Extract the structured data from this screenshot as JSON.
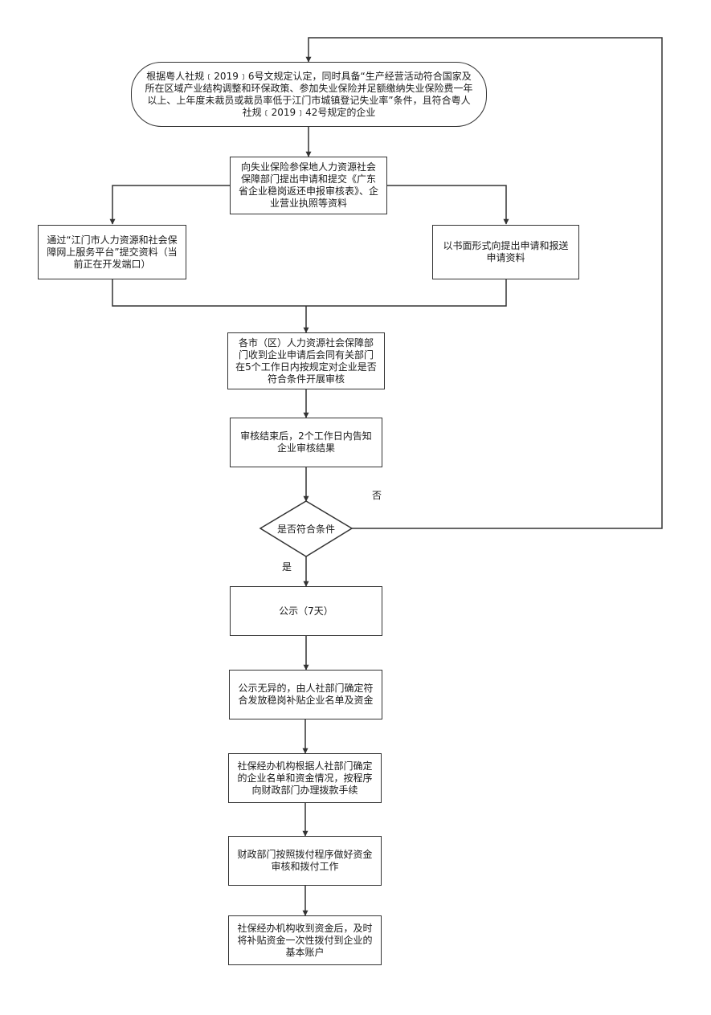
{
  "nodes": {
    "start": "根据粤人社规﹝2019﹞6号文规定认定，同时具备“生产经营活动符合国家及所在区域产业结构调整和环保政策、参加失业保险并足额缴纳失业保险费一年以上、上年度未裁员或裁员率低于江门市城镇登记失业率”条件，且符合粤人社规﹝2019﹞42号规定的企业",
    "apply": "向失业保险参保地人力资源社会保障部门提出申请和提交《广东省企业稳岗返还申报审核表》、企业营业执照等资料",
    "online": "通过“江门市人力资源和社会保障网上服务平台”提交资料（当前正在开发端口）",
    "written": "以书面形式向提出申请和报送申请资料",
    "review": "各市（区）人力资源社会保障部门收到企业申请后会同有关部门在5个工作日内按规定对企业是否符合条件开展审核",
    "notify": "审核结束后，2个工作日内告知企业审核结果",
    "decision": "是否符合条件",
    "publicity": "公示（7天）",
    "confirm": "公示无异的，由人社部门确定符合发放稳岗补贴企业名单及资金",
    "transfer": "社保经办机构根据人社部门确定的企业名单和资金情况，按程序向财政部门办理拨款手续",
    "finance": "财政部门按照拨付程序做好资金审核和拨付工作",
    "pay": "社保经办机构收到资金后，及时将补贴资金一次性拨付到企业的基本账户"
  },
  "edge_labels": {
    "no": "否",
    "yes": "是"
  },
  "colors": {
    "line": "#333333",
    "text": "#1a1a1a"
  }
}
